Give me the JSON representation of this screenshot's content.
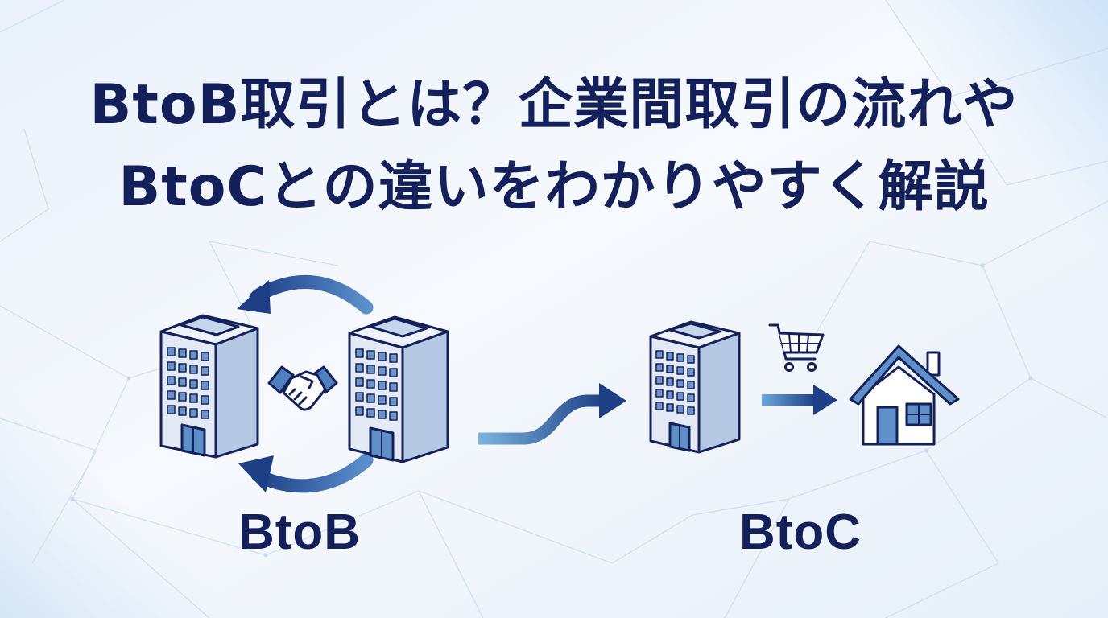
{
  "title": {
    "line1": "BtoB取引とは？企業間取引の流れや",
    "line2": "BtoCとの違いをわかりやすく解説"
  },
  "labels": {
    "btob": "BtoB",
    "btoc": "BtoC"
  },
  "colors": {
    "navy": "#13205a",
    "building_fill": "#dfe7f3",
    "window_fill": "#6c93c6",
    "arrow_blue": "#1e3f86",
    "light_blue": "#7db5de",
    "background": "#eef4fb"
  },
  "icons": [
    "office-building-icon",
    "handshake-icon",
    "shopping-cart-icon",
    "house-icon",
    "arrow-icon"
  ]
}
